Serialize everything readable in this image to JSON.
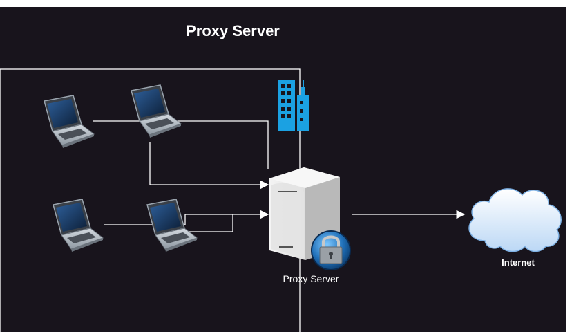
{
  "diagram": {
    "title": "Proxy Server",
    "server_label": "Proxy Server",
    "internet_label": "Internet"
  },
  "colors": {
    "background": "#18141c",
    "line": "#ffffff",
    "building": "#1ba1e2",
    "cloud": "#dcebff"
  },
  "icons": {
    "clients": [
      "laptop-icon",
      "laptop-icon",
      "laptop-icon",
      "laptop-icon"
    ],
    "building": "office-building-icon",
    "server": "server-tower-icon",
    "lock": "padlock-icon",
    "cloud": "cloud-icon"
  }
}
